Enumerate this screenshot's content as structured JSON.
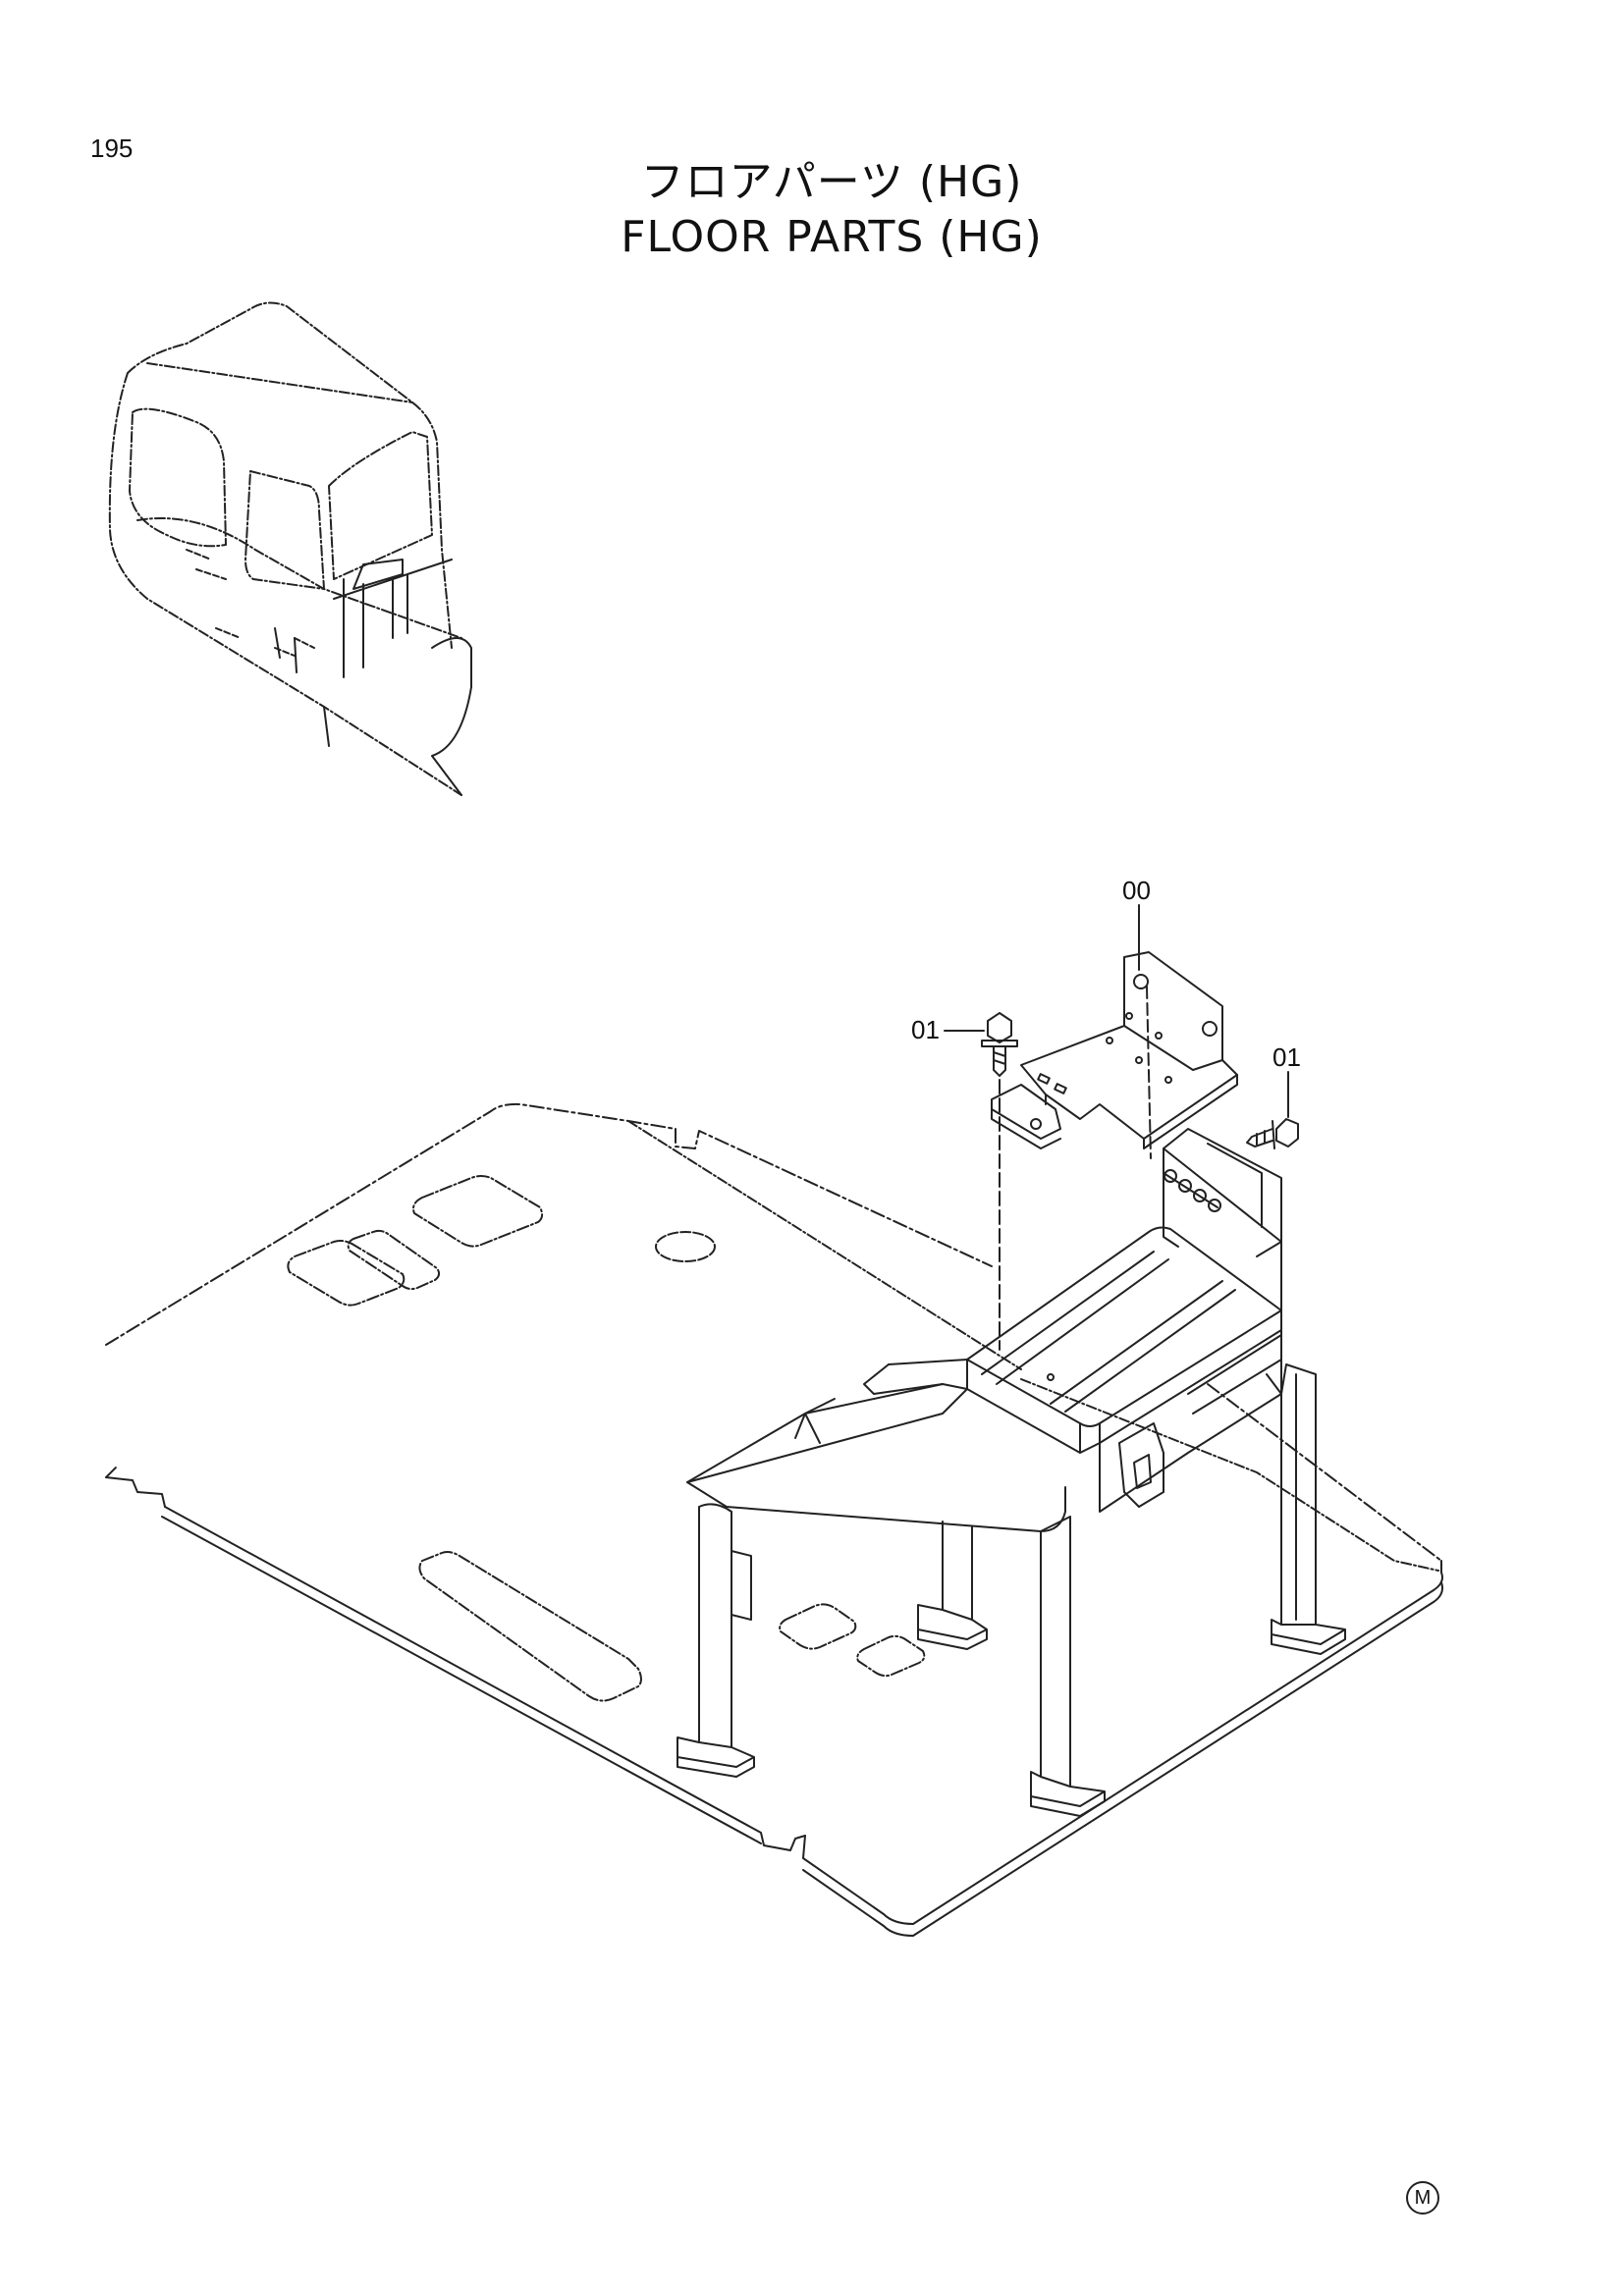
{
  "page": {
    "number": "195"
  },
  "title": {
    "japanese": "フロアパーツ (HG)",
    "english": "FLOOR PARTS (HG)"
  },
  "callouts": {
    "bracket": "00",
    "bolt_left": "01",
    "bolt_right": "01"
  },
  "logo": {
    "letter": "M"
  }
}
